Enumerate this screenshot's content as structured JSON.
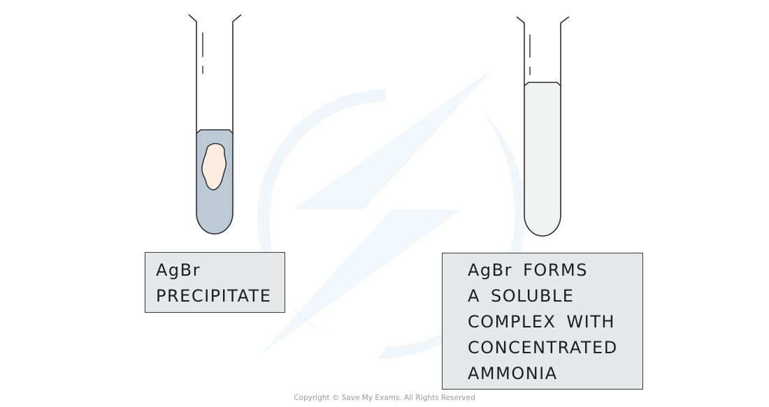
{
  "left_tube": {
    "label_lines": [
      "AgBr",
      "PRECIPITATE"
    ],
    "solution_color": "#bccad6",
    "precipitate_color": "#fbeee0"
  },
  "right_tube": {
    "label_lines": [
      "AgBr FORMS",
      "A SOLUBLE",
      "COMPLEX WITH",
      "CONCENTRATED",
      "AMMONIA"
    ],
    "solution_color": "#f1f2f2"
  },
  "label_box_color": "#e6e7e8",
  "watermark_color": "#eef4f9",
  "copyright": "Copyright © Save My Exams. All Rights Reserved"
}
